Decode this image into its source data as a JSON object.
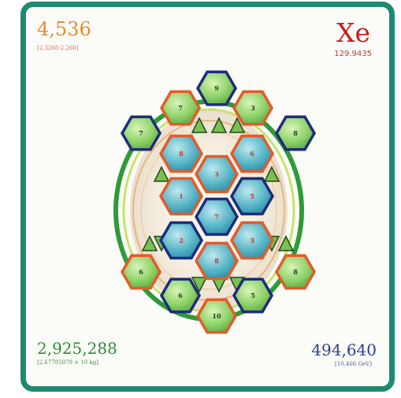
{
  "element": {
    "symbol": "Xe",
    "atomic_weight": "129.9435"
  },
  "top_left": {
    "number": "4,536",
    "range": "[2,3268-2,268]"
  },
  "bottom_left": {
    "number": "2,925,288",
    "detail": "[2.67785078 × 10 kg]"
  },
  "bottom_right": {
    "number": "494,640",
    "detail": "[10,466 GeV]"
  },
  "colors": {
    "frame": "#1f8a6f",
    "green_hex": "#8fd36a",
    "blue_hex": "#5ab7c8",
    "outline_red": "#e35b2b",
    "outline_navy": "#1f2c7c",
    "outline_orange": "#f08a32"
  },
  "outer_cells": [
    {
      "label": "9",
      "fill": "green",
      "outline": "navy"
    },
    {
      "label": "7",
      "fill": "green",
      "outline": "red"
    },
    {
      "label": "3",
      "fill": "green",
      "outline": "red"
    },
    {
      "label": "7",
      "fill": "green",
      "outline": "navy"
    },
    {
      "label": "8",
      "fill": "green",
      "outline": "navy"
    },
    {
      "label": "6",
      "fill": "green",
      "outline": "red"
    },
    {
      "label": "8",
      "fill": "green",
      "outline": "red"
    },
    {
      "label": "6",
      "fill": "green",
      "outline": "navy"
    },
    {
      "label": "5",
      "fill": "green",
      "outline": "navy"
    },
    {
      "label": "10",
      "fill": "green",
      "outline": "red"
    }
  ],
  "inner_cells": [
    {
      "label": "8",
      "fill": "blue",
      "outline": "red"
    },
    {
      "label": "6",
      "fill": "blue",
      "outline": "red"
    },
    {
      "label": "3",
      "fill": "blue",
      "outline": "red"
    },
    {
      "label": "1",
      "fill": "blue",
      "outline": "red"
    },
    {
      "label": "5",
      "fill": "blue",
      "outline": "navy"
    },
    {
      "label": "7",
      "fill": "blue",
      "outline": "navy"
    },
    {
      "label": "2",
      "fill": "blue",
      "outline": "navy"
    },
    {
      "label": "3",
      "fill": "blue",
      "outline": "red"
    },
    {
      "label": "8",
      "fill": "blue",
      "outline": "red"
    }
  ]
}
